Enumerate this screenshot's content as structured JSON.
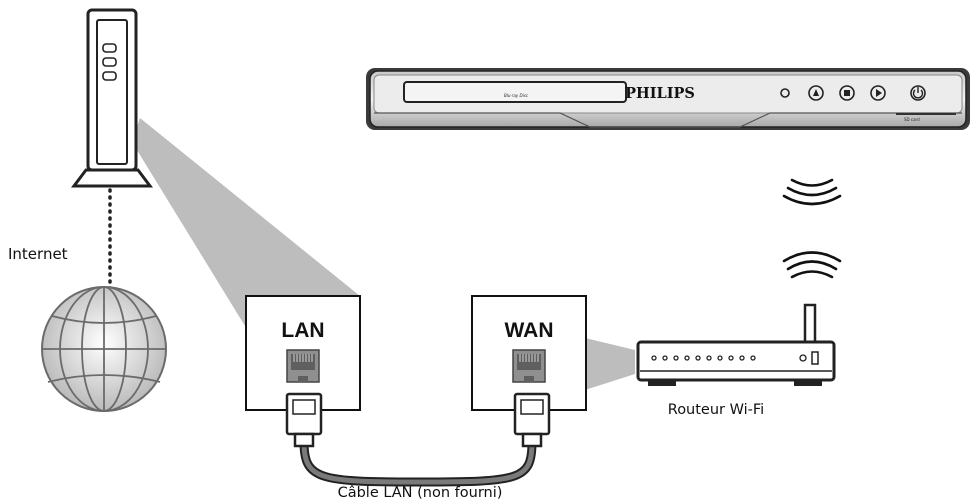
{
  "labels": {
    "internet": "Internet",
    "lan_port": "LAN",
    "wan_port": "WAN",
    "router": "Routeur Wi-Fi",
    "cable": "Câble LAN (non fourni)"
  },
  "player": {
    "brand": "PHILIPS",
    "disc_logo": "Blu-ray Disc",
    "card_slot": "SD card"
  },
  "icons": {
    "modem": "modem-icon",
    "globe": "globe-icon",
    "rj45_port": "ethernet-port-icon",
    "rj45_plug": "ethernet-plug-icon",
    "wifi": "wifi-signal-icon",
    "router": "router-icon",
    "player": "blu-ray-player-icon"
  }
}
